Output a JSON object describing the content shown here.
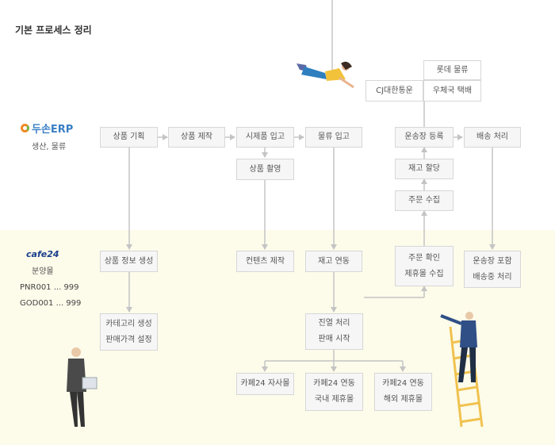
{
  "title": "기본 프로세스 정리",
  "erp": {
    "logo": "두손ERP",
    "subtitle": "생산, 물류"
  },
  "cafe": {
    "logo": "cafe24",
    "subtitle": "분양몰",
    "code1": "PNR001 ... 999",
    "code2": "GOD001 ... 999"
  },
  "boxes": {
    "lotte": "롯데 물류",
    "cj": "CJ대한통운",
    "post": "우체국 택배",
    "plan": "상품 기획",
    "make": "상품 제작",
    "sample_in": "시제품 입고",
    "logistics_in": "물류 입고",
    "waybill": "운송장 등록",
    "ship": "배송 처리",
    "photo": "상품 촬영",
    "stock_alloc": "재고 할당",
    "order_collect": "주문 수집",
    "info_create": "상품 정보 생성",
    "content": "컨텐츠 제작",
    "stock_link": "재고 연동",
    "order_confirm_1": "주문 확인",
    "order_confirm_2": "제휴몰 수집",
    "waybill_include_1": "운송장 포함",
    "waybill_include_2": "배송중 처리",
    "category_1": "카테고리 생성",
    "category_2": "판매가격 설정",
    "display_1": "진열 처리",
    "display_2": "판매 시작",
    "own_mall": "카페24 자사몰",
    "domestic_1": "카페24 연동",
    "domestic_2": "국내 제휴몰",
    "overseas_1": "카페24 연동",
    "overseas_2": "해외 제휴몰"
  },
  "colors": {
    "band": "#fdfbea",
    "box": "#f6f6f6",
    "border": "#d7d7d7",
    "line": "#c4c4c4"
  }
}
